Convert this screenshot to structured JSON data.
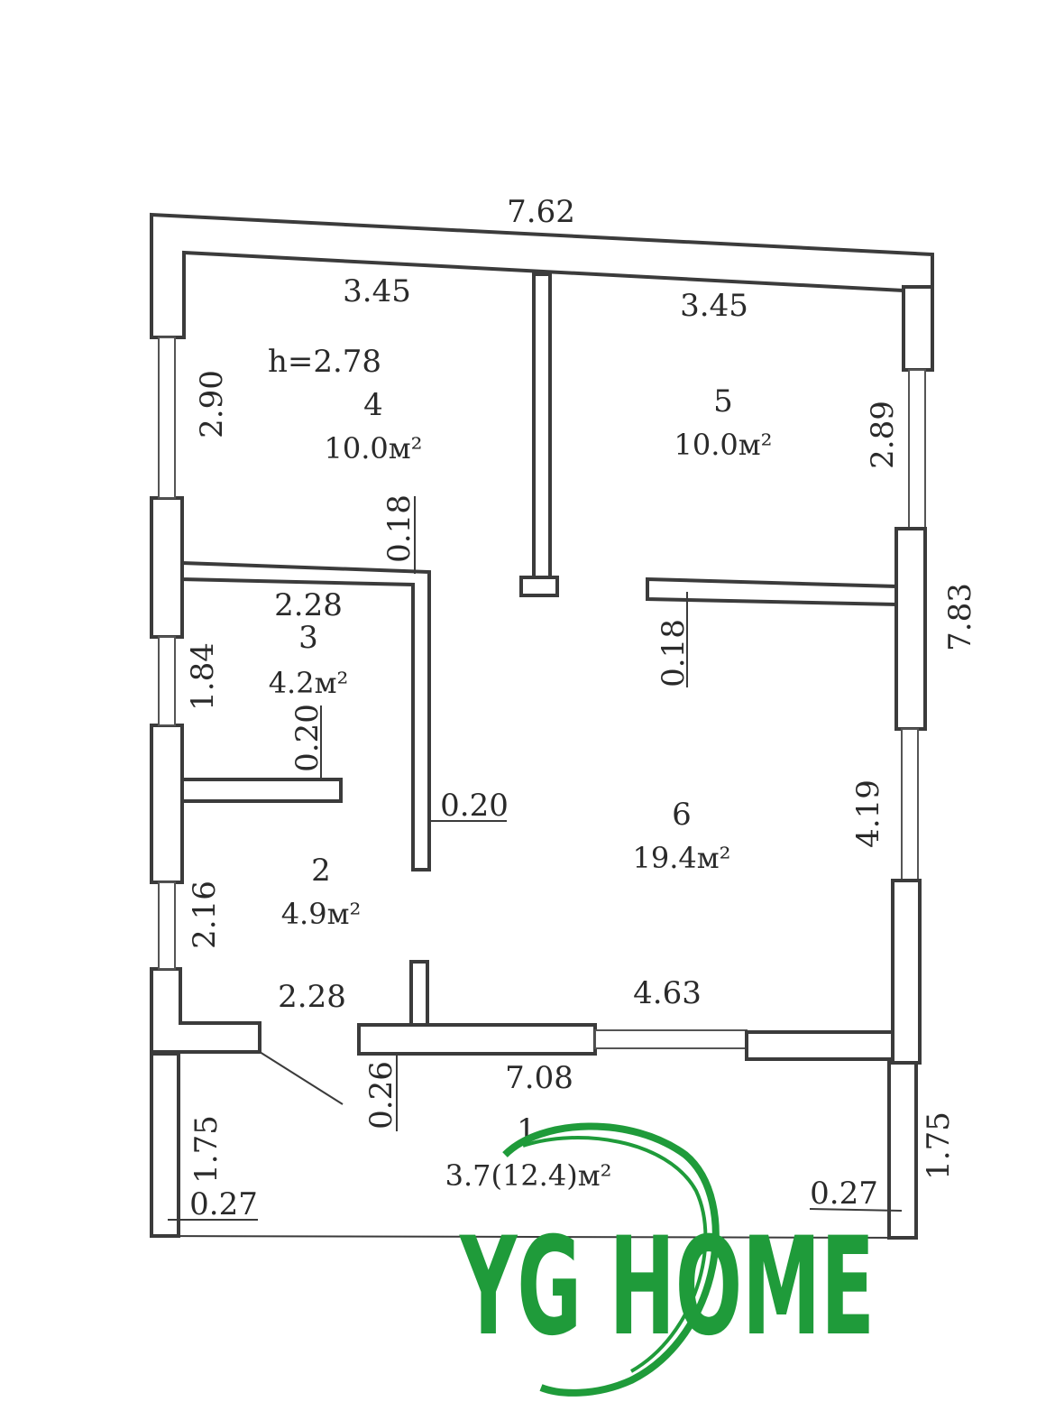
{
  "plan": {
    "ceiling_height": "h=2.78",
    "dimensions": {
      "top_outer": "7.62",
      "room4_width": "3.45",
      "room5_width": "3.45",
      "room4_window": "2.90",
      "room5_window": "2.89",
      "right_outer": "7.83",
      "wall_018_left": "0.18",
      "wall_018_right": "0.18",
      "room3_width": "2.28",
      "room3_window": "1.84",
      "wall_020_a": "0.20",
      "wall_020_b": "0.20",
      "room6_window": "4.19",
      "room2_window": "2.16",
      "room2_width": "2.28",
      "room6_width": "4.63",
      "inner_bottom": "7.08",
      "wall_026": "0.26",
      "left_175": "1.75",
      "right_175": "1.75",
      "left_027": "0.27",
      "right_027": "0.27"
    },
    "rooms": [
      {
        "number": "4",
        "area": "10.0м²"
      },
      {
        "number": "5",
        "area": "10.0м²"
      },
      {
        "number": "3",
        "area": "4.2м²"
      },
      {
        "number": "6",
        "area": "19.4м²"
      },
      {
        "number": "2",
        "area": "4.9м²"
      },
      {
        "number": "1",
        "area": "3.7(12.4)м²"
      }
    ]
  },
  "watermark": {
    "text": "YG HOME",
    "color": "#1f9b3a"
  }
}
